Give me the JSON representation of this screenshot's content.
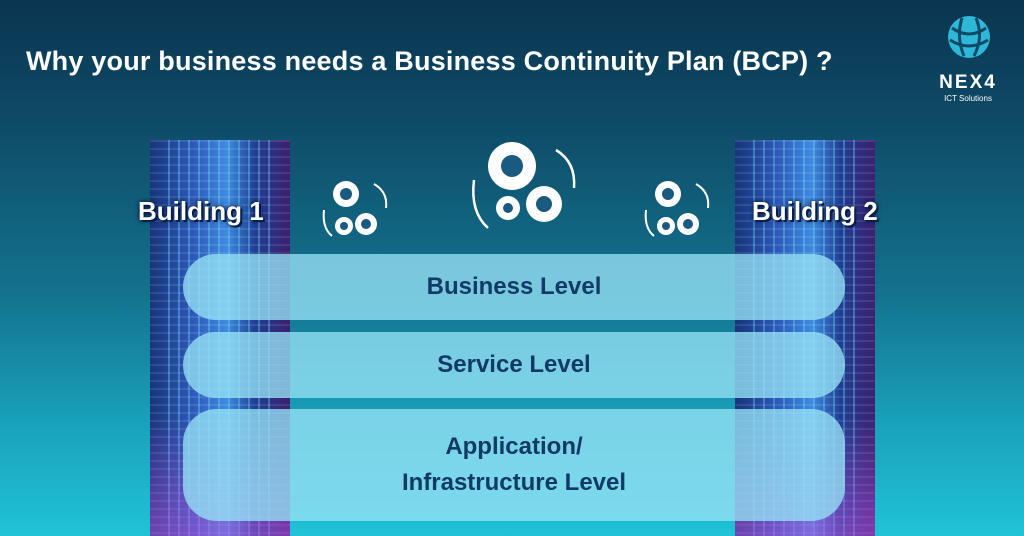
{
  "header": {
    "title": "Why your business needs a Business Continuity Plan (BCP) ?"
  },
  "logo": {
    "name": "NEX4",
    "subtitle": "ICT Solutions"
  },
  "buildings": [
    {
      "label": "Building 1"
    },
    {
      "label": "Building 2"
    }
  ],
  "levels": [
    {
      "label": "Business Level"
    },
    {
      "label": "Service Level"
    },
    {
      "label_line1": "Application/",
      "label_line2": "Infrastructure Level"
    }
  ],
  "icons": [
    "gears-sync-icon",
    "gears-sync-icon",
    "gears-sync-icon",
    "globe-logo-icon"
  ],
  "colors": {
    "bar_text": "#123a66",
    "bar_fill": "#96e1f5",
    "title": "#ffffff"
  }
}
